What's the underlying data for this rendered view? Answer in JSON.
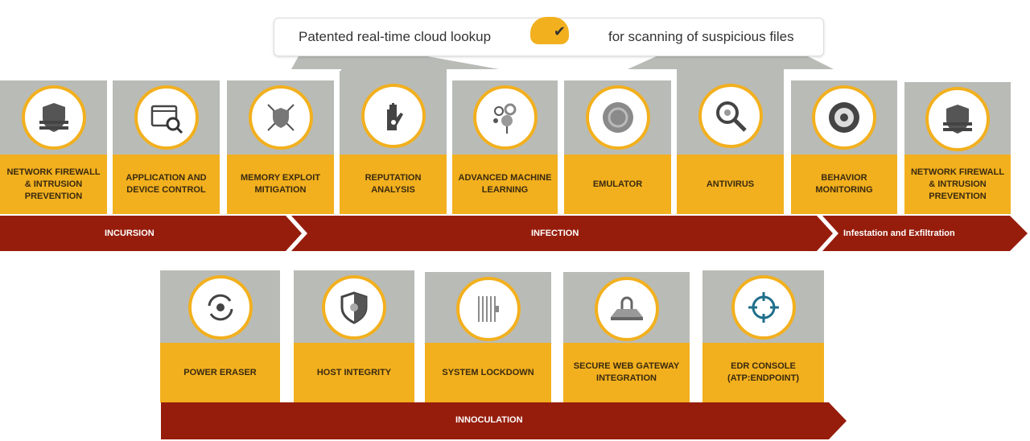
{
  "callout": {
    "left_text": "Patented real-time cloud lookup",
    "right_text": "for scanning of suspicious files",
    "icon": "cloud-check-icon"
  },
  "top_row": [
    {
      "label": "Network Firewall & Intrusion Prevention",
      "icon": "firewall-shield-icon"
    },
    {
      "label": "Application and Device Control",
      "icon": "app-search-icon"
    },
    {
      "label": "Memory Exploit Mitigation",
      "icon": "shield-arrows-icon"
    },
    {
      "label": "Reputation Analysis",
      "icon": "hand-icon"
    },
    {
      "label": "Advanced Machine Learning",
      "icon": "brain-gears-icon"
    },
    {
      "label": "Emulator",
      "icon": "emulator-disc-icon"
    },
    {
      "label": "Antivirus",
      "icon": "magnifier-bug-icon"
    },
    {
      "label": "Behavior Monitoring",
      "icon": "radar-icon"
    },
    {
      "label": "Network Firewall & Intrusion Prevention",
      "icon": "firewall-shield-icon"
    }
  ],
  "phases": {
    "incursion": "Incursion",
    "infection": "Infection",
    "infestation": "Infestation and Exfiltration",
    "innoculation": "Innoculation"
  },
  "bottom_row": [
    {
      "label": "Power Eraser",
      "icon": "refresh-virus-icon"
    },
    {
      "label": "Host Integrity",
      "icon": "shield-icon"
    },
    {
      "label": "System Lockdown",
      "icon": "bars-lock-icon"
    },
    {
      "label": "Secure Web Gateway Integration",
      "icon": "gateway-lock-icon"
    },
    {
      "label": "EDR Console (ATP:Endpoint)",
      "icon": "crosshair-icon"
    }
  ],
  "colors": {
    "gray": "#b9bbb7",
    "yellow": "#f2b01e",
    "red": "#961d0c"
  }
}
